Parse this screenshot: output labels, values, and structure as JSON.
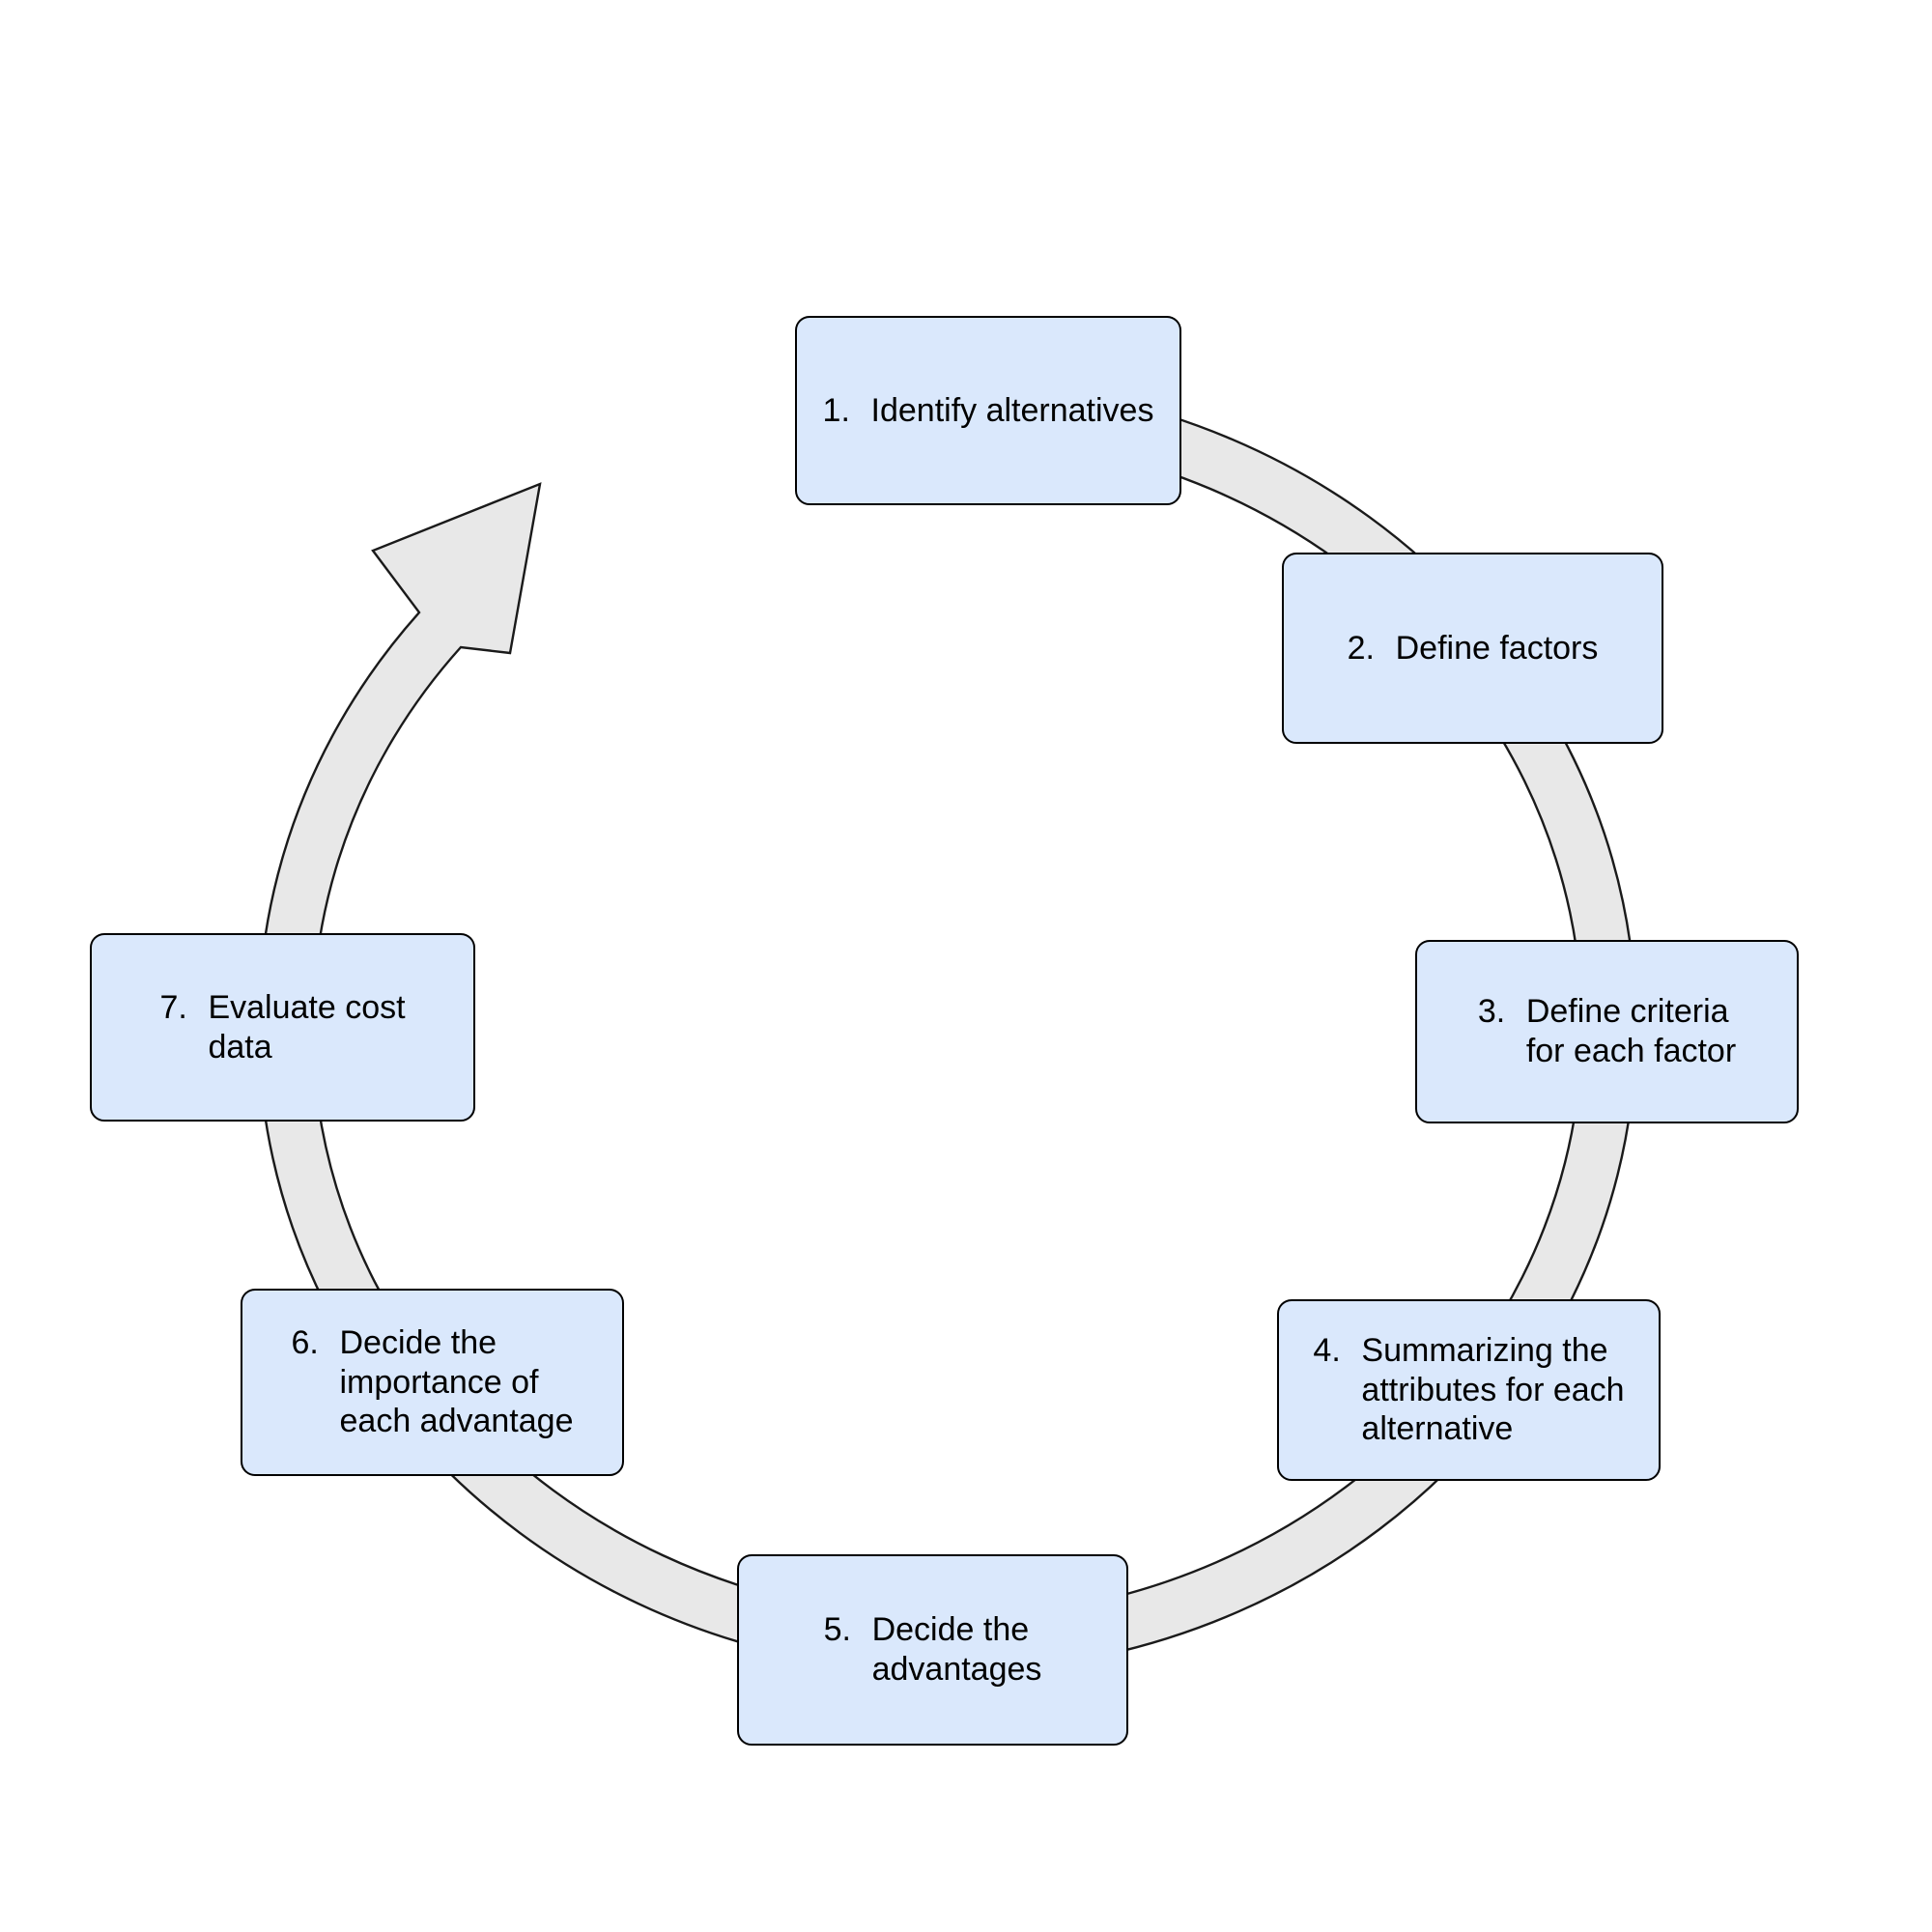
{
  "diagram": {
    "type": "cycle",
    "direction": "clockwise",
    "colors": {
      "background": "#ffffff",
      "box_fill": "#dae8fc",
      "box_stroke": "#000000",
      "arrow_fill": "#e8e8e8",
      "arrow_stroke": "#1a1a1a",
      "text": "#000000"
    },
    "steps": [
      {
        "number": "1.",
        "text": "Identify alternatives",
        "lines": [
          "Identify alternatives"
        ]
      },
      {
        "number": "2.",
        "text": "Define factors",
        "lines": [
          "Define factors"
        ]
      },
      {
        "number": "3.",
        "text": "Define criteria for each factor",
        "lines": [
          "Define criteria",
          "for each factor"
        ]
      },
      {
        "number": "4.",
        "text": "Summarizing the attributes for each alternative",
        "lines": [
          "Summarizing the",
          "attributes for each",
          "alternative"
        ]
      },
      {
        "number": "5.",
        "text": "Decide the advantages",
        "lines": [
          "Decide the",
          "advantages"
        ]
      },
      {
        "number": "6.",
        "text": "Decide the importance of each advantage",
        "lines": [
          "Decide the",
          "importance of",
          "each advantage"
        ]
      },
      {
        "number": "7.",
        "text": "Evaluate cost data",
        "lines": [
          "Evaluate cost",
          "data"
        ]
      }
    ]
  }
}
